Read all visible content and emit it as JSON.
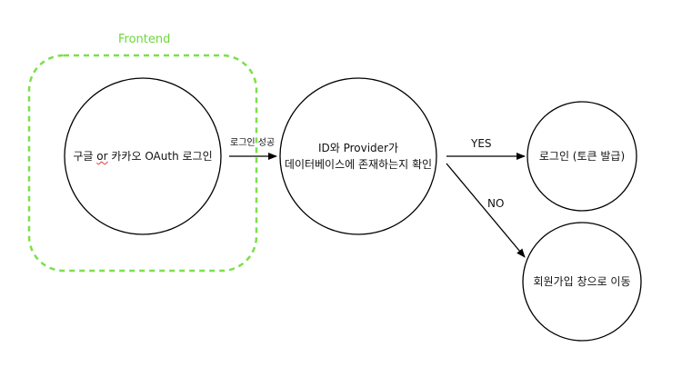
{
  "group": {
    "label": "Frontend",
    "stroke": "#7be04a"
  },
  "nodes": {
    "login": {
      "prefix": "구글 ",
      "spell": "or",
      "suffix": " 카카오 OAuth 로그인"
    },
    "check": {
      "line1": "ID와 Provider가",
      "line2": "데이터베이스에 존재하는지 확인"
    },
    "issue": {
      "text": "로그인 (토큰 발급)"
    },
    "signup": {
      "text": "회원가입 창으로 이동"
    }
  },
  "edges": {
    "success": "로그인 성공",
    "yes": "YES",
    "no": "NO"
  },
  "colors": {
    "line": "#000000",
    "circle_fill": "#ffffff"
  }
}
